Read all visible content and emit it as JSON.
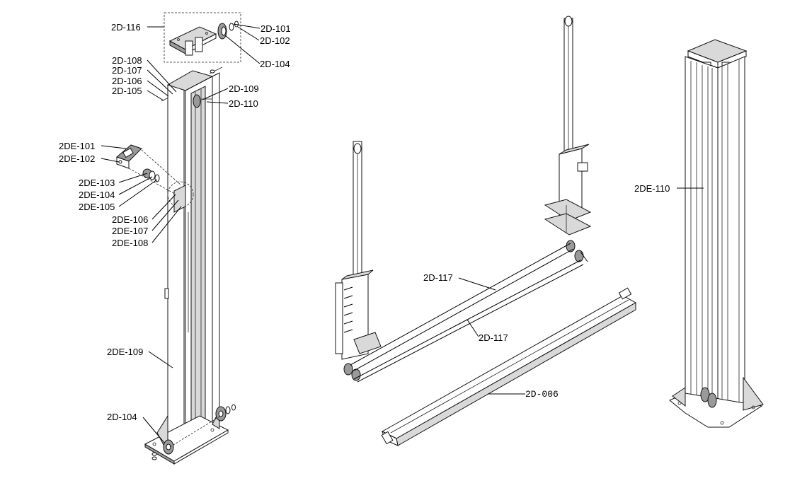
{
  "labels": {
    "d116": "2D-116",
    "d101": "2D-101",
    "d102": "2D-102",
    "d104_top": "2D-104",
    "d108": "2D-108",
    "d107": "2D-107",
    "d106": "2D-106",
    "d105": "2D-105",
    "d109": "2D-109",
    "d110": "2D-110",
    "de101": "2DE-101",
    "de102": "2DE-102",
    "de103": "2DE-103",
    "de104": "2DE-104",
    "de105": "2DE-105",
    "de106": "2DE-106",
    "de107": "2DE-107",
    "de108": "2DE-108",
    "de109": "2DE-109",
    "d104_bottom": "2D-104",
    "d117_a": "2D-117",
    "d117_b": "2D-117",
    "d006": "2D-006",
    "de110": "2DE-110"
  }
}
